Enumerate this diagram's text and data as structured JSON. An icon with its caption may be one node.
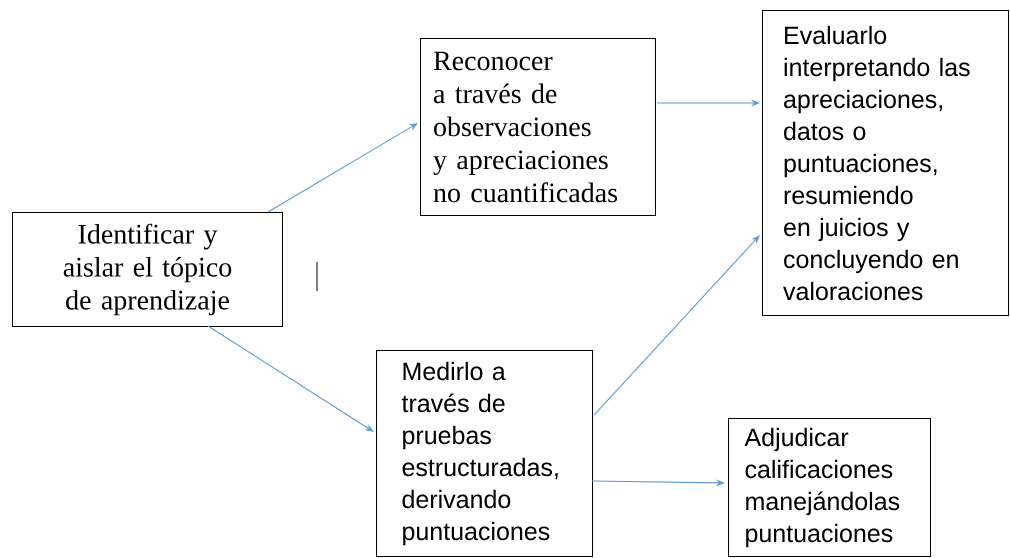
{
  "diagram": {
    "nodes": [
      {
        "text": [
          "Identificar y aislar el tópico de aprendizaje"
        ]
      },
      {
        "text": [
          "Reconocer a través de observaciones y apreciaciones no cuantificadas"
        ]
      },
      {
        "text": [
          "Evaluarlo interpretando las apreciaciones, datos o puntuaciones, resumiendo en juicios y concluyendo en valoraciones"
        ]
      },
      {
        "text": [
          "Medirlo a través de pruebas estructuradas, derivando puntuaciones"
        ]
      },
      {
        "text": [
          "Adjudicar calificaciones manejándolas puntuaciones"
        ]
      }
    ],
    "edges": [
      {
        "from": 0,
        "to": 1,
        "arrow": "to"
      },
      {
        "from": 0,
        "to": 3,
        "arrow": "to"
      },
      {
        "from": 1,
        "to": 2,
        "arrow": "to"
      },
      {
        "from": 3,
        "to": 2,
        "arrow": "to"
      },
      {
        "from": 3,
        "to": 4,
        "arrow": "to"
      }
    ]
  }
}
